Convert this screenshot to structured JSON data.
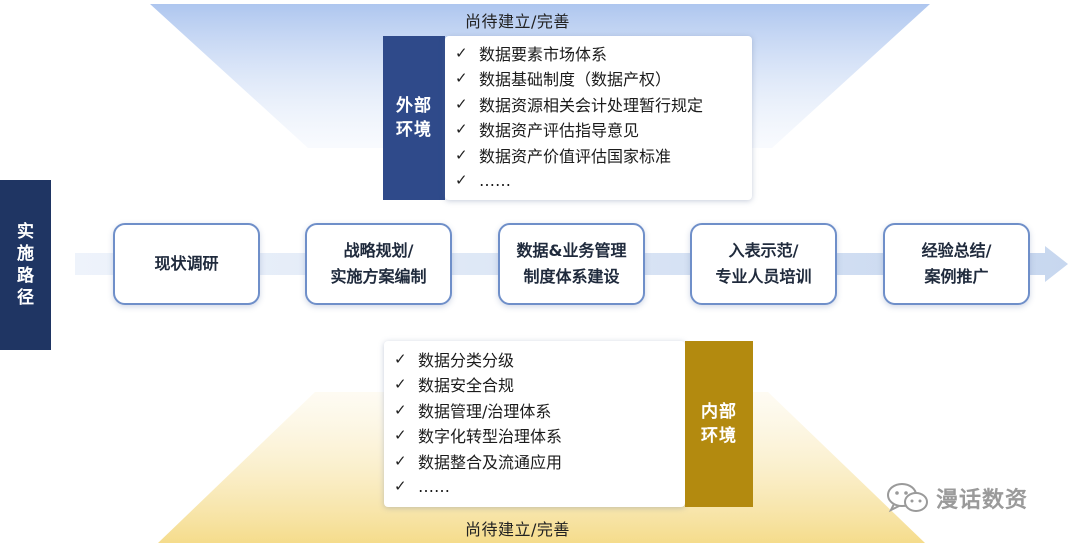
{
  "top_status": "尚待建立/完善",
  "bottom_status": "尚待建立/完善",
  "external_env": {
    "label_lines": [
      "外部",
      "环境"
    ],
    "items": [
      "数据要素市场体系",
      "数据基础制度（数据产权）",
      "数据资源相关会计处理暂行规定",
      "数据资产评估指导意见",
      "数据资产价值评估国家标准",
      "……"
    ]
  },
  "internal_env": {
    "label_lines": [
      "内部",
      "环境"
    ],
    "items": [
      "数据分类分级",
      "数据安全合规",
      "数据管理/治理体系",
      "数字化转型治理体系",
      "数据整合及流通应用",
      "……"
    ]
  },
  "path_label_chars": [
    "实",
    "施",
    "路",
    "径"
  ],
  "stages": [
    {
      "lines": [
        "现状调研"
      ]
    },
    {
      "lines": [
        "战略规划/",
        "实施方案编制"
      ]
    },
    {
      "lines": [
        "数据&业务管理",
        "制度体系建设"
      ]
    },
    {
      "lines": [
        "入表示范/",
        "专业人员培训"
      ]
    },
    {
      "lines": [
        "经验总结/",
        "案例推广"
      ]
    }
  ],
  "check_symbol": "✓",
  "watermark": "漫话数资",
  "colors": {
    "external_tag": "#2f4a8a",
    "internal_tag": "#b38a0f",
    "path_label": "#1f3563",
    "stage_border": "#6f8fc9",
    "top_funnel": "#cbd9f3",
    "bottom_funnel": "#f7e6b0"
  }
}
